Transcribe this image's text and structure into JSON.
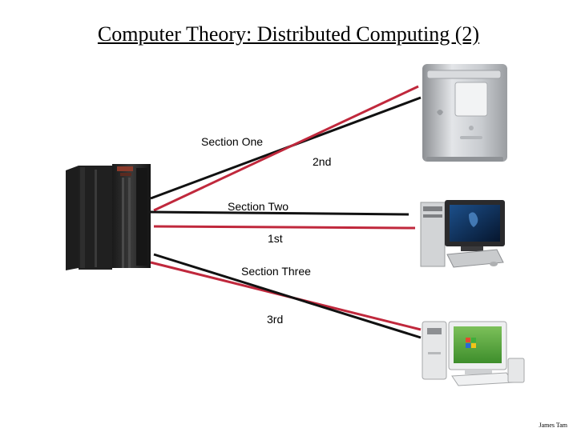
{
  "title": "Computer Theory: Distributed Computing (2)",
  "labels": {
    "section_one": "Section One",
    "second": "2nd",
    "section_two": "Section Two",
    "first": "1st",
    "section_three": "Section Three",
    "third": "3rd"
  },
  "footer": "James Tam",
  "colors": {
    "red_line": "#c0283c",
    "black_line": "#111111"
  },
  "icons": [
    "mainframe-icon",
    "mac-tower-icon",
    "desktop-pc-icon",
    "windows-xp-pc-icon"
  ]
}
